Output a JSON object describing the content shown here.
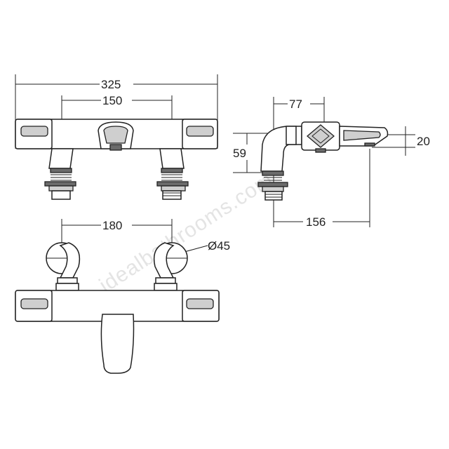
{
  "dimensions": {
    "overall_width": "325",
    "centres_top": "150",
    "centres_wall": "180",
    "inlet_diameter": "Ø45",
    "side_offset": "77",
    "side_height": "59",
    "spout_height": "20",
    "spout_projection": "156"
  },
  "watermark": "idealbathrooms.com"
}
